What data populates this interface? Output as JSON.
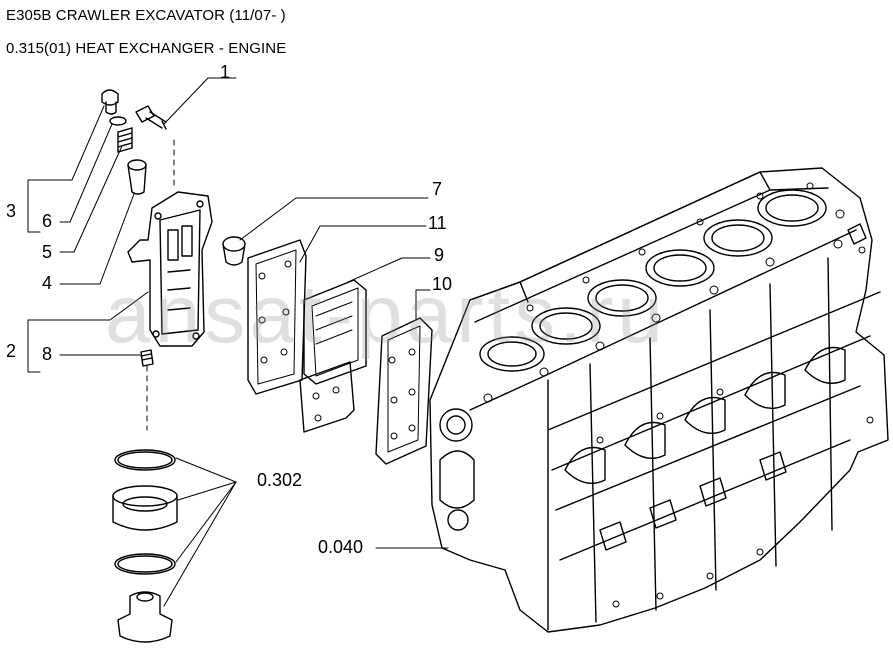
{
  "header": {
    "title": "E305B CRAWLER EXCAVATOR (11/07- )",
    "subtitle": "0.315(01) HEAT EXCHANGER - ENGINE"
  },
  "callouts": {
    "c1": "1",
    "c2": "2",
    "c3": "3",
    "c4": "4",
    "c5": "5",
    "c6": "6",
    "c7": "7",
    "c8": "8",
    "c9": "9",
    "c10": "10",
    "c11": "11",
    "ref_302": "0.302",
    "ref_040": "0.040"
  },
  "watermark": "ansat-parts.ru"
}
